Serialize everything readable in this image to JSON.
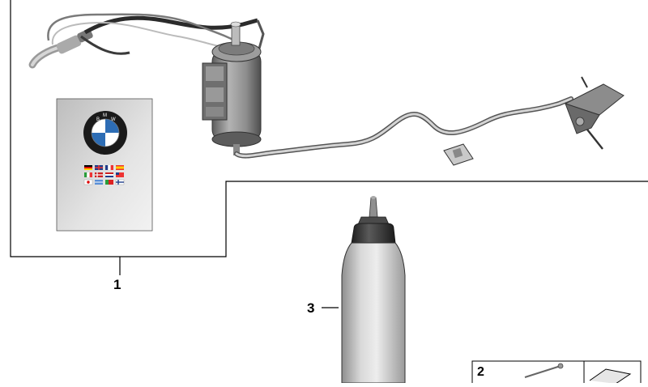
{
  "callouts": {
    "part_1": "1",
    "part_2": "2",
    "part_3": "3"
  },
  "colors": {
    "line": "#000000",
    "bottle_body": "#cfcfcf",
    "bottle_cap": "#3a3a3a",
    "pump_metal": "#8a8a8a",
    "manual_bg": "#d8d8d8",
    "bmw_blue": "#2d6db5"
  },
  "icons": [
    "bmw-roundel-icon",
    "country-flags-icon",
    "corner-bracket-icon"
  ]
}
